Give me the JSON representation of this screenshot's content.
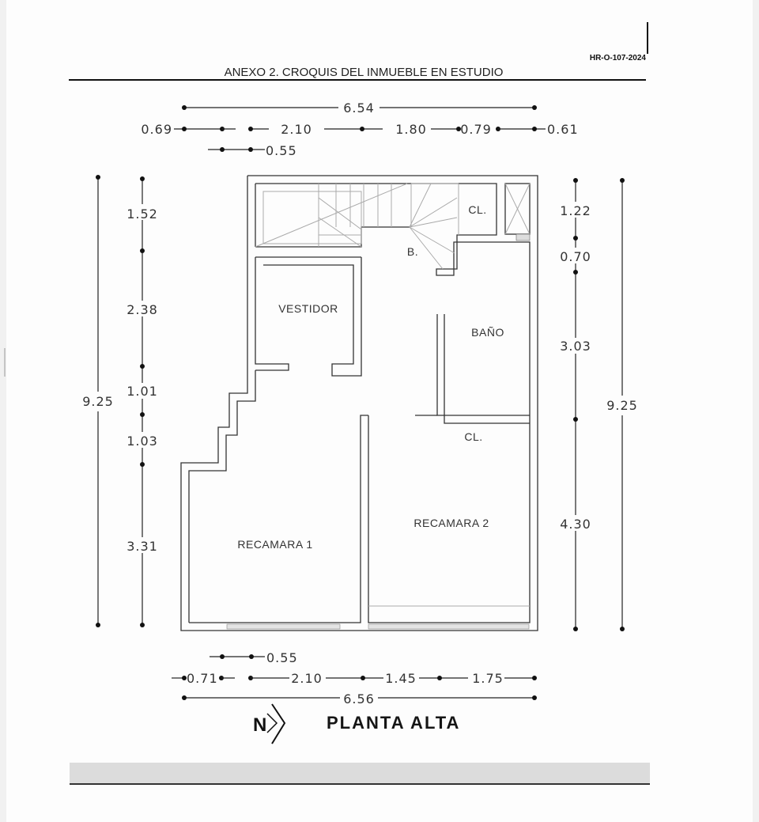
{
  "header": {
    "doc_code": "HR-O-107-2024",
    "title": "ANEXO 2. CROQUIS DEL INMUEBLE EN ESTUDIO"
  },
  "top_dims": {
    "total": "6.54",
    "d1": "0.69",
    "d2": "2.10",
    "d3": "1.80",
    "d4": "0.79",
    "d5": "0.61",
    "d6": "0.55"
  },
  "left_dims": {
    "total": "9.25",
    "d1": "1.52",
    "d2": "2.38",
    "d3": "1.01",
    "d4": "1.03",
    "d5": "3.31"
  },
  "right_dims": {
    "total": "9.25",
    "d1": "1.22",
    "d2": "0.70",
    "d3": "3.03",
    "d4": "4.30"
  },
  "bottom_dims": {
    "d1": "0.55",
    "d2": "0.71",
    "d3": "2.10",
    "d4": "1.45",
    "d5": "1.75",
    "total": "6.56"
  },
  "rooms": {
    "closet_top": "CL.",
    "bath_small": "B.",
    "vestidor": "VESTIDOR",
    "bano": "BAÑO",
    "closet_mid": "CL.",
    "recamara1": "RECAMARA 1",
    "recamara2": "RECAMARA 2"
  },
  "footer": {
    "north_icon": "north-arrow-icon",
    "plan_title": "PLANTA ALTA"
  }
}
